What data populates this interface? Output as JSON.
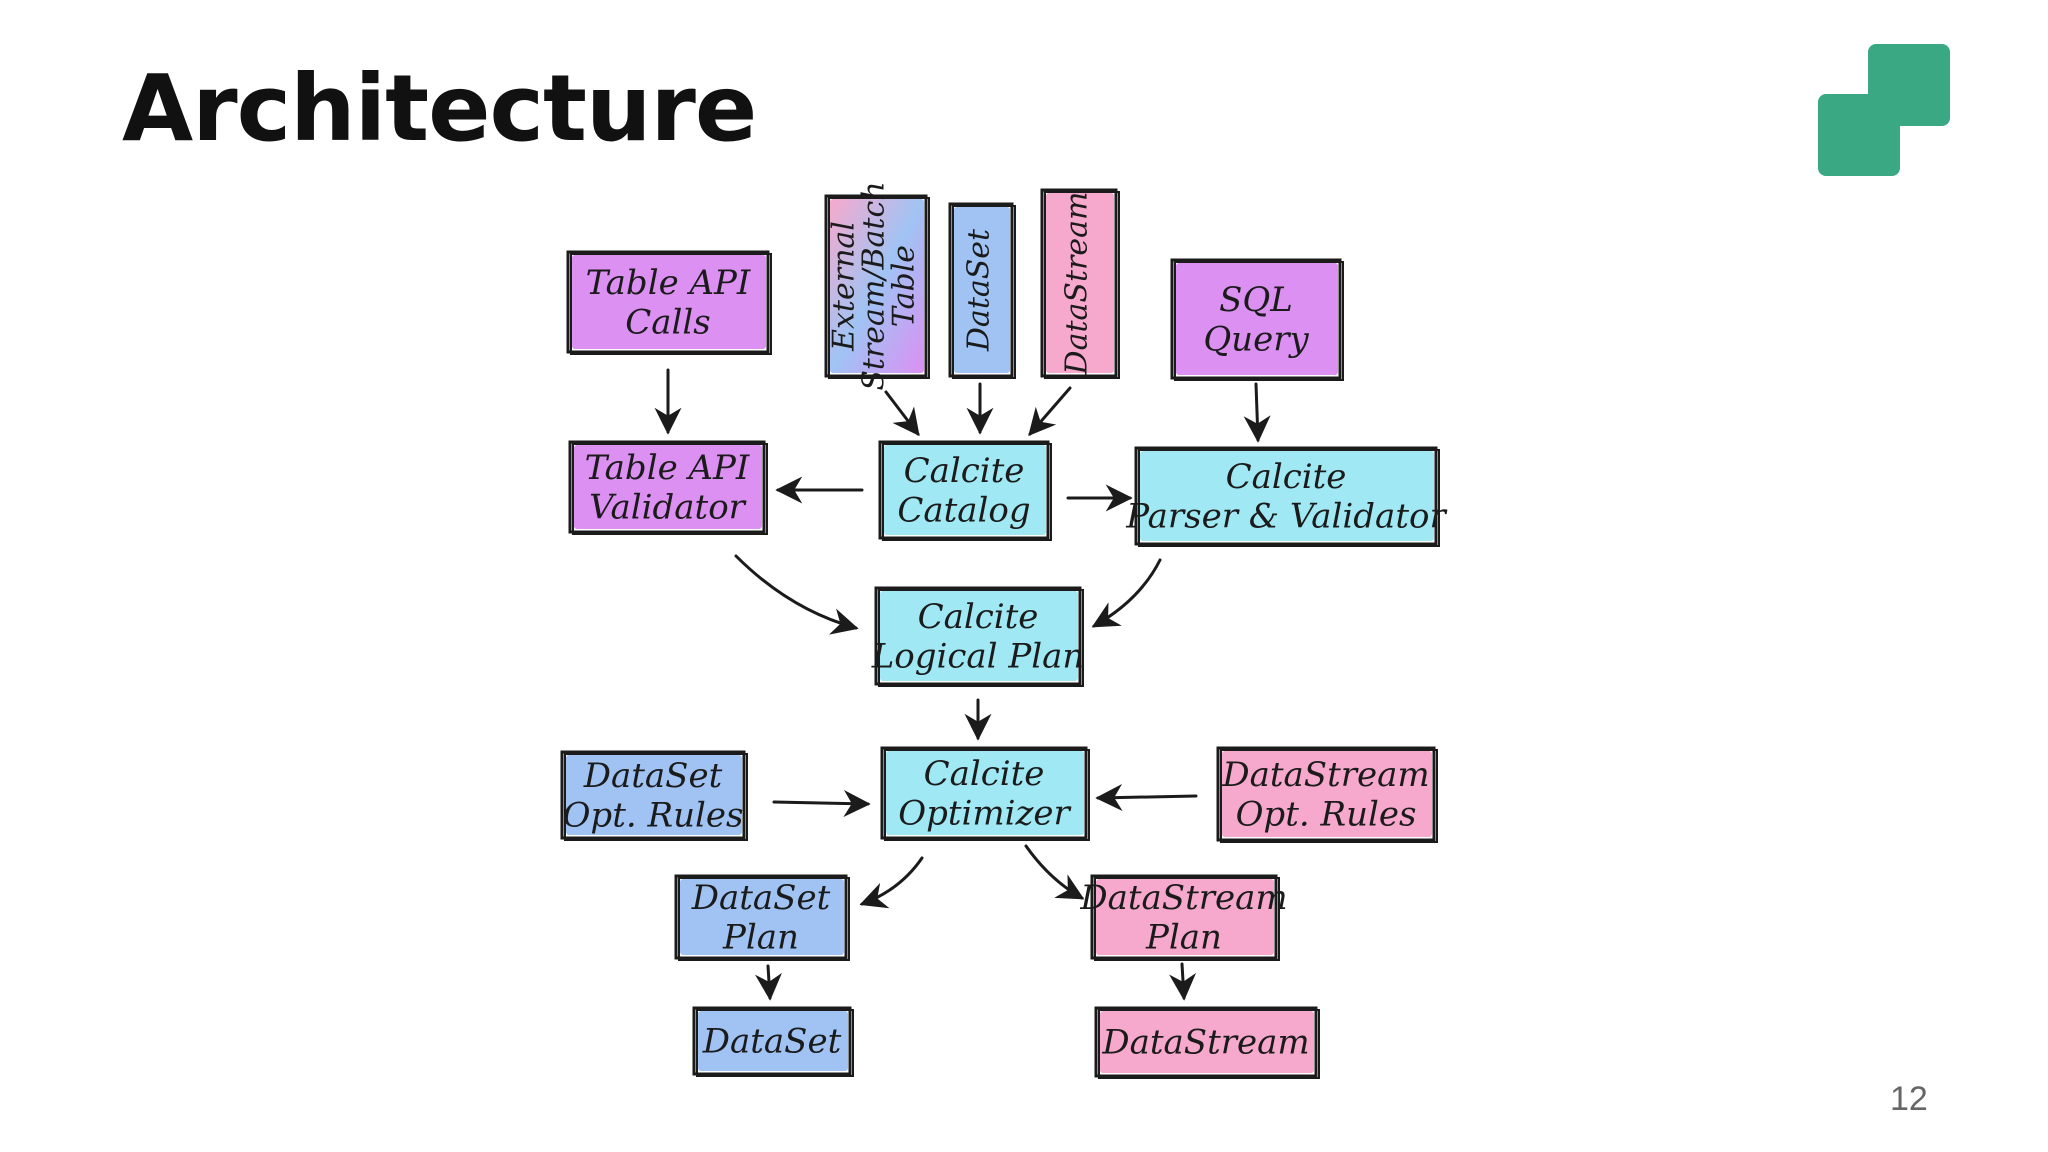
{
  "slide": {
    "title": "Architecture",
    "page_number": "12"
  },
  "colors": {
    "magenta": "#d57cf0",
    "cyan": "#8ee4f2",
    "blue": "#8fb9f2",
    "pink": "#f59ac4",
    "logo_green": "#3aa882",
    "outline": "#1b1b1b"
  },
  "logo": {
    "icon": "overlapping-squares-logo-icon"
  },
  "diagram": {
    "nodes": [
      {
        "id": "table-api-calls",
        "lines": [
          "Table API",
          "Calls"
        ],
        "color": "magenta",
        "vertical": false
      },
      {
        "id": "external-stream-batch-table",
        "lines": [
          "External",
          "Stream/Batch",
          "Table"
        ],
        "color": "mix",
        "vertical": true
      },
      {
        "id": "dataset-input",
        "lines": [
          "DataSet"
        ],
        "color": "blue",
        "vertical": true
      },
      {
        "id": "datastream-input",
        "lines": [
          "DataStream"
        ],
        "color": "pink",
        "vertical": true
      },
      {
        "id": "sql-query",
        "lines": [
          "SQL",
          "Query"
        ],
        "color": "magenta",
        "vertical": false
      },
      {
        "id": "table-api-validator",
        "lines": [
          "Table API",
          "Validator"
        ],
        "color": "magenta",
        "vertical": false
      },
      {
        "id": "calcite-catalog",
        "lines": [
          "Calcite",
          "Catalog"
        ],
        "color": "cyan",
        "vertical": false
      },
      {
        "id": "calcite-parser-validator",
        "lines": [
          "Calcite",
          "Parser & Validator"
        ],
        "color": "cyan",
        "vertical": false
      },
      {
        "id": "calcite-logical-plan",
        "lines": [
          "Calcite",
          "Logical Plan"
        ],
        "color": "cyan",
        "vertical": false
      },
      {
        "id": "dataset-opt-rules",
        "lines": [
          "DataSet",
          "Opt. Rules"
        ],
        "color": "blue",
        "vertical": false
      },
      {
        "id": "calcite-optimizer",
        "lines": [
          "Calcite",
          "Optimizer"
        ],
        "color": "cyan",
        "vertical": false
      },
      {
        "id": "datastream-opt-rules",
        "lines": [
          "DataStream",
          "Opt. Rules"
        ],
        "color": "pink",
        "vertical": false
      },
      {
        "id": "dataset-plan",
        "lines": [
          "DataSet",
          "Plan"
        ],
        "color": "blue",
        "vertical": false
      },
      {
        "id": "datastream-plan",
        "lines": [
          "DataStream",
          "Plan"
        ],
        "color": "pink",
        "vertical": false
      },
      {
        "id": "dataset-output",
        "lines": [
          "DataSet"
        ],
        "color": "blue",
        "vertical": false
      },
      {
        "id": "datastream-output",
        "lines": [
          "DataStream"
        ],
        "color": "pink",
        "vertical": false
      }
    ],
    "edges": [
      {
        "from": "table-api-calls",
        "to": "table-api-validator"
      },
      {
        "from": "external-stream-batch-table",
        "to": "calcite-catalog"
      },
      {
        "from": "dataset-input",
        "to": "calcite-catalog"
      },
      {
        "from": "datastream-input",
        "to": "calcite-catalog"
      },
      {
        "from": "sql-query",
        "to": "calcite-parser-validator"
      },
      {
        "from": "calcite-catalog",
        "to": "table-api-validator"
      },
      {
        "from": "calcite-catalog",
        "to": "calcite-parser-validator"
      },
      {
        "from": "table-api-validator",
        "to": "calcite-logical-plan"
      },
      {
        "from": "calcite-parser-validator",
        "to": "calcite-logical-plan"
      },
      {
        "from": "calcite-logical-plan",
        "to": "calcite-optimizer"
      },
      {
        "from": "dataset-opt-rules",
        "to": "calcite-optimizer"
      },
      {
        "from": "datastream-opt-rules",
        "to": "calcite-optimizer"
      },
      {
        "from": "calcite-optimizer",
        "to": "dataset-plan"
      },
      {
        "from": "calcite-optimizer",
        "to": "datastream-plan"
      },
      {
        "from": "dataset-plan",
        "to": "dataset-output"
      },
      {
        "from": "datastream-plan",
        "to": "datastream-output"
      }
    ]
  }
}
